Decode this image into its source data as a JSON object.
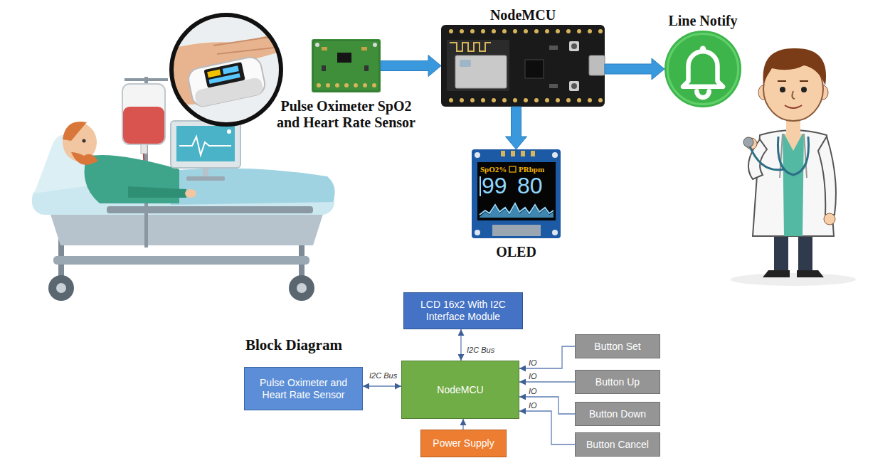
{
  "diagram": {
    "nodes": [
      {
        "text": [
          "Pulse Oximeter SpO2 and Heart Rate Sensor"
        ]
      },
      {
        "text": [
          "NodeMCU"
        ]
      },
      {
        "text": [
          "Line Notify"
        ]
      },
      {
        "text": [
          "OLED"
        ]
      },
      {
        "text": [
          "LCD 16x2 With I2C Interface Module"
        ]
      },
      {
        "text": [
          "Pulse Oximeter and Heart Rate Sensor"
        ]
      },
      {
        "text": [
          "NodeMCU"
        ]
      },
      {
        "text": [
          "Button Set"
        ]
      },
      {
        "text": [
          "Button Up"
        ]
      },
      {
        "text": [
          "Button Down"
        ]
      },
      {
        "text": [
          "Button Cancel"
        ]
      },
      {
        "text": [
          "Power Supply"
        ]
      }
    ],
    "edges": [
      {
        "from": 0,
        "to": 1,
        "arrow": "to"
      },
      {
        "from": 1,
        "to": 2,
        "arrow": "to"
      },
      {
        "from": 1,
        "to": 3,
        "arrow": "to"
      },
      {
        "from": 4,
        "to": 6,
        "label": "I2C Bus",
        "arrow": "both"
      },
      {
        "from": 5,
        "to": 6,
        "label": "I2C Bus",
        "arrow": "both"
      },
      {
        "from": 7,
        "to": 6,
        "label": "IO",
        "arrow": "to"
      },
      {
        "from": 8,
        "to": 6,
        "label": "IO",
        "arrow": "to"
      },
      {
        "from": 9,
        "to": 6,
        "label": "IO",
        "arrow": "to"
      },
      {
        "from": 10,
        "to": 6,
        "label": "IO",
        "arrow": "to"
      },
      {
        "from": 11,
        "to": 6,
        "arrow": "to"
      }
    ],
    "labels": [
      "Block Diagram",
      "SpO2%",
      "PRbpm",
      "99",
      "80"
    ]
  }
}
